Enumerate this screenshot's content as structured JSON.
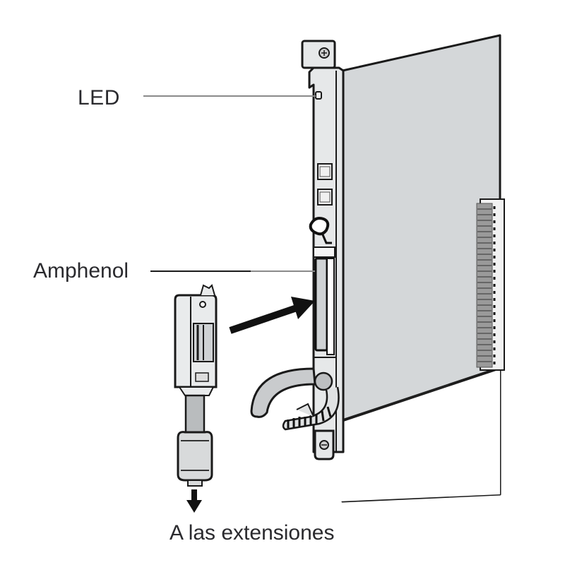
{
  "diagram": {
    "type": "hardware-installation",
    "subject": "expansion card with front faceplate",
    "labels": {
      "led": "LED",
      "amphenol": "Amphenol",
      "destination": "A las extensiones"
    },
    "callouts": [
      {
        "label": "LED",
        "points_to": "LED indicator on faceplate"
      },
      {
        "label": "Amphenol",
        "points_to": "Amphenol connector on faceplate"
      }
    ],
    "arrows": [
      {
        "meaning": "insert amphenol plug into card connector",
        "direction": "right"
      },
      {
        "meaning": "cable runs to extensions",
        "direction": "down"
      }
    ],
    "components": [
      "card-board",
      "faceplate",
      "top-screw-tab",
      "led",
      "rj-port-1",
      "rj-port-2",
      "latch-knob",
      "amphenol-socket",
      "edge-connector",
      "amphenol-plug",
      "cable",
      "ferrite-core",
      "cable-tie",
      "bottom-screw-tab"
    ],
    "colors": {
      "line": "#1a1a1a",
      "board_fill": "#d4d7d9",
      "faceplate_fill": "#e6e8e9",
      "text": "#2a2a2e",
      "background": "#ffffff"
    }
  }
}
